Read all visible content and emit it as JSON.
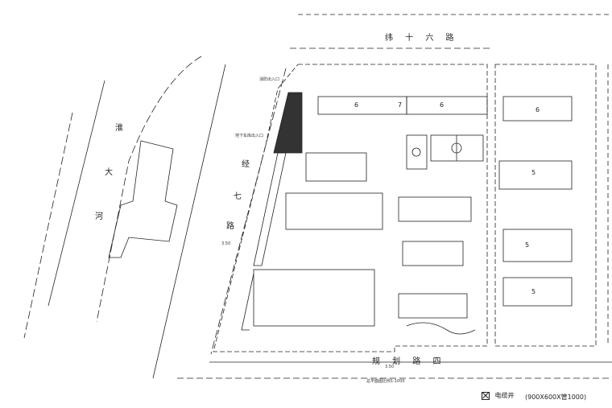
{
  "roads": {
    "north": "纬 十 六 路",
    "south": "规 划 路 四",
    "west_a": "经",
    "west_b": "七",
    "west_c": "路",
    "far_west_a": "淮",
    "far_west_b": "大",
    "far_west_c": "河"
  },
  "labels": {
    "entrance_north": "消防出入口",
    "entrance_west": "地下车库出入口",
    "scale_note": "总平面图比例1:1000",
    "level_mark_1": "3.50",
    "level_mark_2": "3.50"
  },
  "building_numbers": {
    "b6_left": "6",
    "b7": "7",
    "b6_mid": "6",
    "b6_right": "6",
    "b5_top": "5",
    "b5_mid": "5",
    "b5_bottom": "5"
  },
  "legend": {
    "symbol_label": "电缆井",
    "spec": "(900X600X管1000)"
  },
  "colors": {
    "line": "#222222",
    "hatch": "#333333"
  }
}
